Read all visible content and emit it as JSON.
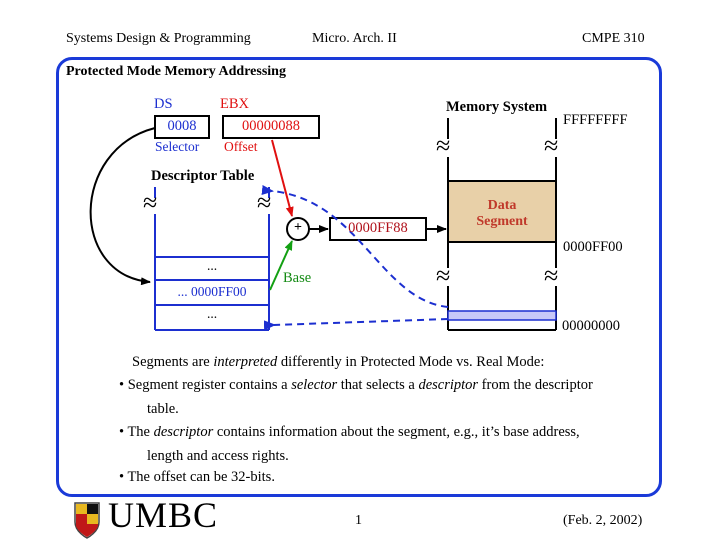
{
  "header": {
    "left": "Systems Design & Programming",
    "center": "Micro. Arch. II",
    "right": "CMPE 310"
  },
  "slide": {
    "title": "Protected Mode Memory Addressing"
  },
  "diagram": {
    "ds_label": "DS",
    "ebx_label": "EBX",
    "selector_value": "0008",
    "offset_value": "00000088",
    "selector_label": "Selector",
    "offset_label": "Offset",
    "descriptor_table_label": "Descriptor Table",
    "table_dots_1": "...",
    "table_base_value": "... 0000FF00",
    "table_dots_2": "...",
    "base_label": "Base",
    "adder_symbol": "+",
    "sum_value": "0000FF88",
    "memory_system_label": "Memory System",
    "addr_top": "FFFFFFFF",
    "data_segment_line1": "Data",
    "data_segment_line2": "Segment",
    "addr_segment_base": "0000FF00",
    "addr_bottom": "00000000",
    "break_symbol": "≈"
  },
  "text": {
    "intro_pre": "Segments are ",
    "intro_em": "interpreted",
    "intro_post": " differently in Protected Mode vs. Real Mode:",
    "b1_pre": "• Segment register contains a ",
    "b1_em1": "selector",
    "b1_mid": " that selects a ",
    "b1_em2": "descriptor",
    "b1_post": " from the descriptor",
    "b1_cont": "table.",
    "b2_pre": "• The ",
    "b2_em": "descriptor",
    "b2_post": " contains information about the segment, e.g., it’s base address,",
    "b2_cont": "length and access rights.",
    "b3": "• The offset can be 32-bits."
  },
  "footer": {
    "logo_text": "UMBC",
    "page_number": "1",
    "date": "(Feb. 2, 2002)"
  },
  "colors": {
    "frame_blue": "#1a3ad8",
    "arrow_red": "#e01010",
    "arrow_green": "#13a013",
    "data_segment_fill": "#e8d0a8",
    "base_stripe_fill": "#c8c8f8"
  }
}
